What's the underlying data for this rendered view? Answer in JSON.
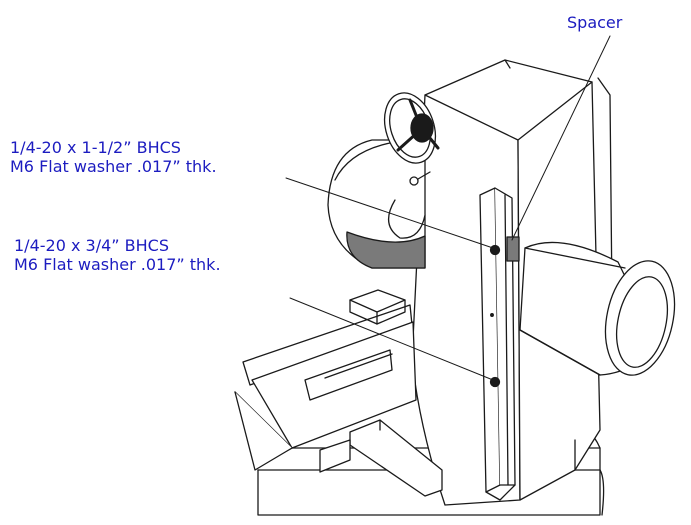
{
  "callouts": {
    "spacer": "Spacer",
    "upper_fastener": {
      "line1": "1/4-20 x 1-1/2”  BHCS",
      "line2": "M6 Flat washer .017” thk."
    },
    "lower_fastener": {
      "line1": "1/4-20 x 3/4”  BHCS",
      "line2": "M6 Flat washer .017” thk."
    }
  },
  "colors": {
    "label_text": "#1c1cc0",
    "ink": "#1a1a1a",
    "shade": "#7a7a7a"
  },
  "icons": {
    "handwheel": "handwheel-icon"
  }
}
